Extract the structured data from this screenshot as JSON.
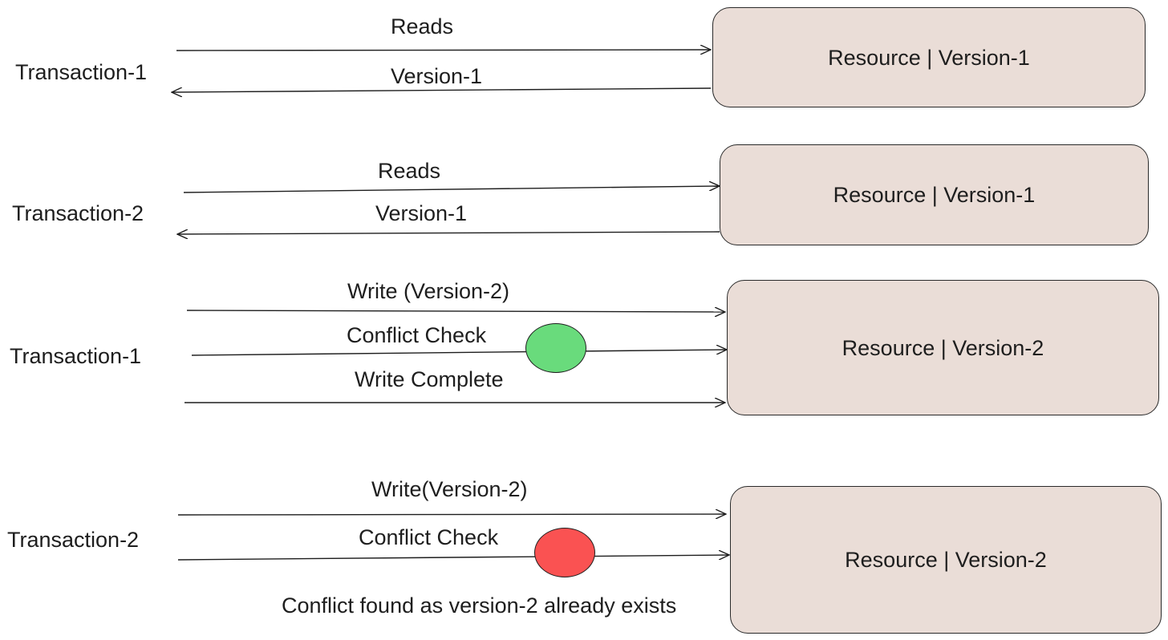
{
  "colors": {
    "box_fill": "#eaddd7",
    "stroke": "#1e1e1e",
    "ok_indicator": "#69db7c",
    "conflict_indicator": "#fa5252"
  },
  "rows": [
    {
      "transaction": "Transaction-1",
      "resource": "Resource | Version-1",
      "labels": [
        "Reads",
        "Version-1"
      ]
    },
    {
      "transaction": "Transaction-2",
      "resource": "Resource | Version-1",
      "labels": [
        "Reads",
        "Version-1"
      ]
    },
    {
      "transaction": "Transaction-1",
      "resource": "Resource | Version-2",
      "labels": [
        "Write (Version-2)",
        "Conflict Check",
        "Write Complete"
      ],
      "indicator": "success"
    },
    {
      "transaction": "Transaction-2",
      "resource": "Resource | Version-2",
      "labels": [
        "Write(Version-2)",
        "Conflict Check"
      ],
      "indicator": "conflict",
      "note": "Conflict found as version-2 already exists"
    }
  ]
}
